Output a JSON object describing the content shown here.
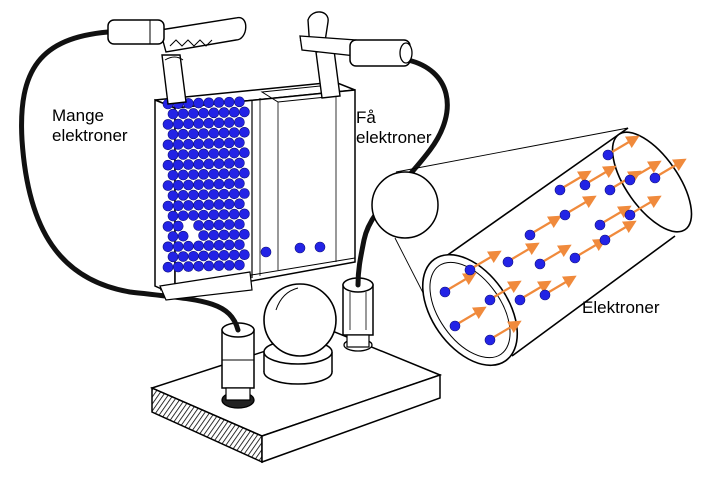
{
  "labels": {
    "many_line1": "Mange",
    "many_line2": "elektroner",
    "few_line1": "Få",
    "few_line2": "elektroner",
    "electrons": "Elektroner"
  },
  "colors": {
    "electron": "#2323e6",
    "arrow": "#f08a3c",
    "line": "#000000",
    "wire": "#111111"
  }
}
